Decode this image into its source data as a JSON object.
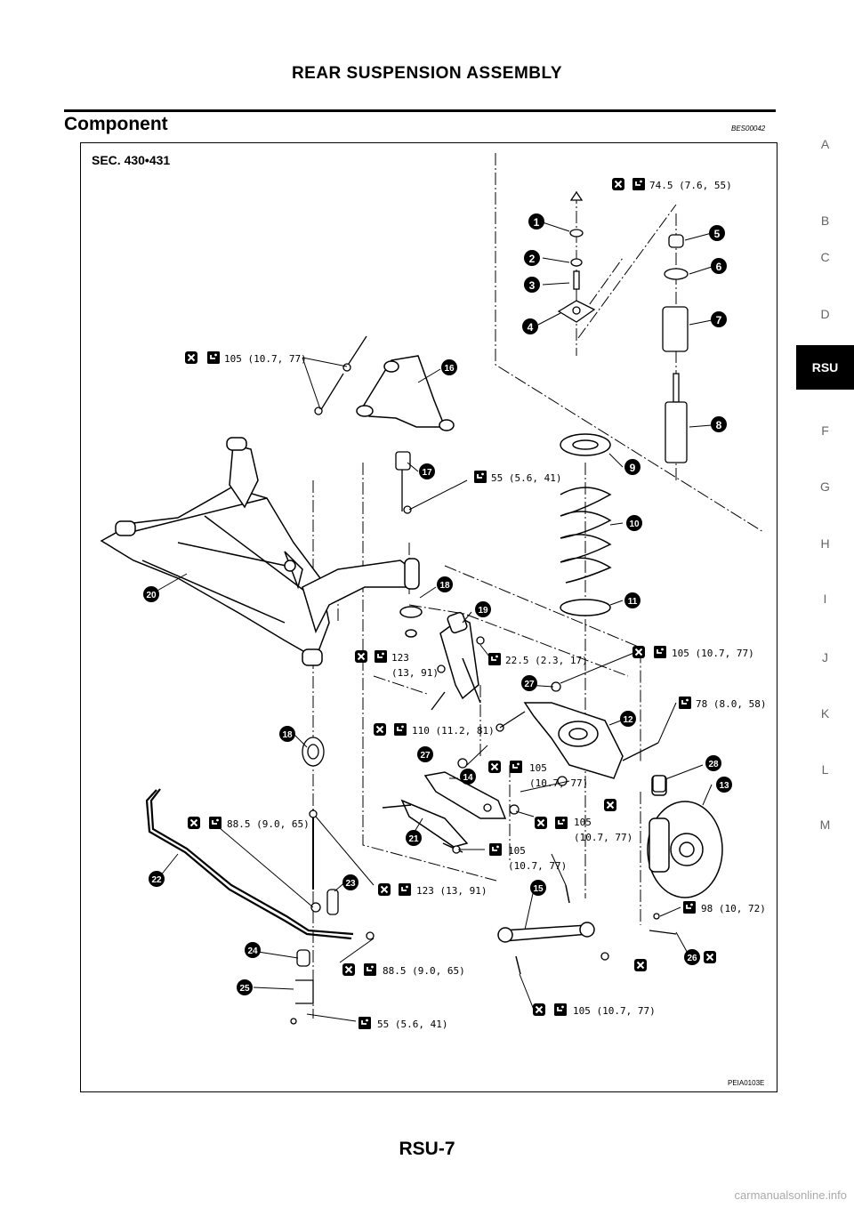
{
  "header": {
    "title": "REAR SUSPENSION ASSEMBLY"
  },
  "section": {
    "title": "Component",
    "code": "BES00042"
  },
  "side_tabs": [
    {
      "label": "A"
    },
    {
      "label": "B"
    },
    {
      "label": "C"
    },
    {
      "label": "D"
    },
    {
      "label": "RSU",
      "active": true
    },
    {
      "label": "F"
    },
    {
      "label": "G"
    },
    {
      "label": "H"
    },
    {
      "label": "I"
    },
    {
      "label": "J"
    },
    {
      "label": "K"
    },
    {
      "label": "L"
    },
    {
      "label": "M"
    }
  ],
  "diagram": {
    "sec_label": "SEC. 430•431",
    "figure_code": "PEIA0103E",
    "callouts": [
      "1",
      "2",
      "3",
      "4",
      "5",
      "6",
      "7",
      "8",
      "9",
      "10",
      "11",
      "12",
      "13",
      "14",
      "15",
      "16",
      "17",
      "18",
      "18",
      "19",
      "20",
      "21",
      "22",
      "23",
      "24",
      "25",
      "26",
      "27",
      "27",
      "28"
    ],
    "torques": [
      "74.5 (7.6, 55)",
      "105 (10.7, 77)",
      "55 (5.6, 41)",
      "123",
      "(13, 91)",
      "22.5 (2.3, 17)",
      "105 (10.7, 77)",
      "78 (8.0, 58)",
      "110 (11.2, 81)",
      "105",
      "(10.7, 77)",
      "105",
      "(10.7, 77)",
      "88.5 (9.0, 65)",
      "105",
      "(10.7, 77)",
      "123 (13, 91)",
      "98 (10, 72)",
      "88.5 (9.0, 65)",
      "105 (10.7, 77)",
      "55 (5.6, 41)"
    ]
  },
  "footer": {
    "page": "RSU-7"
  },
  "watermark": "carmanualsonline.info"
}
